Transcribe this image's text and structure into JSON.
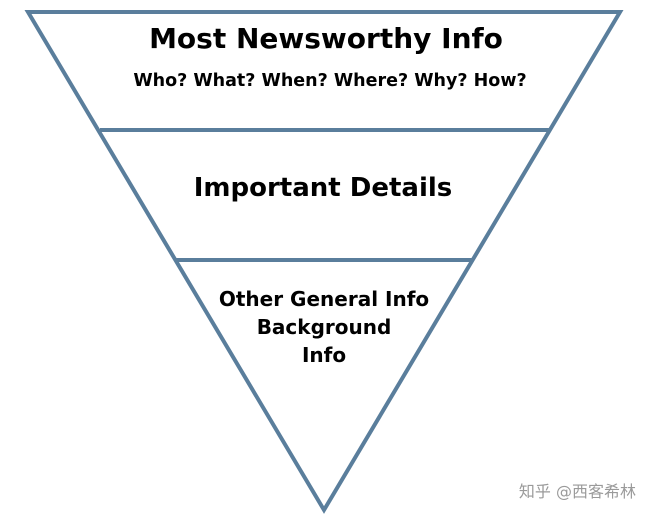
{
  "colors": {
    "outline": "#5a7e9c",
    "text": "#000000",
    "background": "#ffffff",
    "watermark": "#9a9a9a"
  },
  "tiers": [
    {
      "title": "Most Newsworthy Info",
      "subtitle": "Who? What? When? Where? Why? How?"
    },
    {
      "title": "Important Details"
    },
    {
      "lines": [
        "Other General Info",
        "Background",
        "Info"
      ]
    }
  ],
  "watermark": {
    "platform": "知乎",
    "author": "@西客希林"
  }
}
